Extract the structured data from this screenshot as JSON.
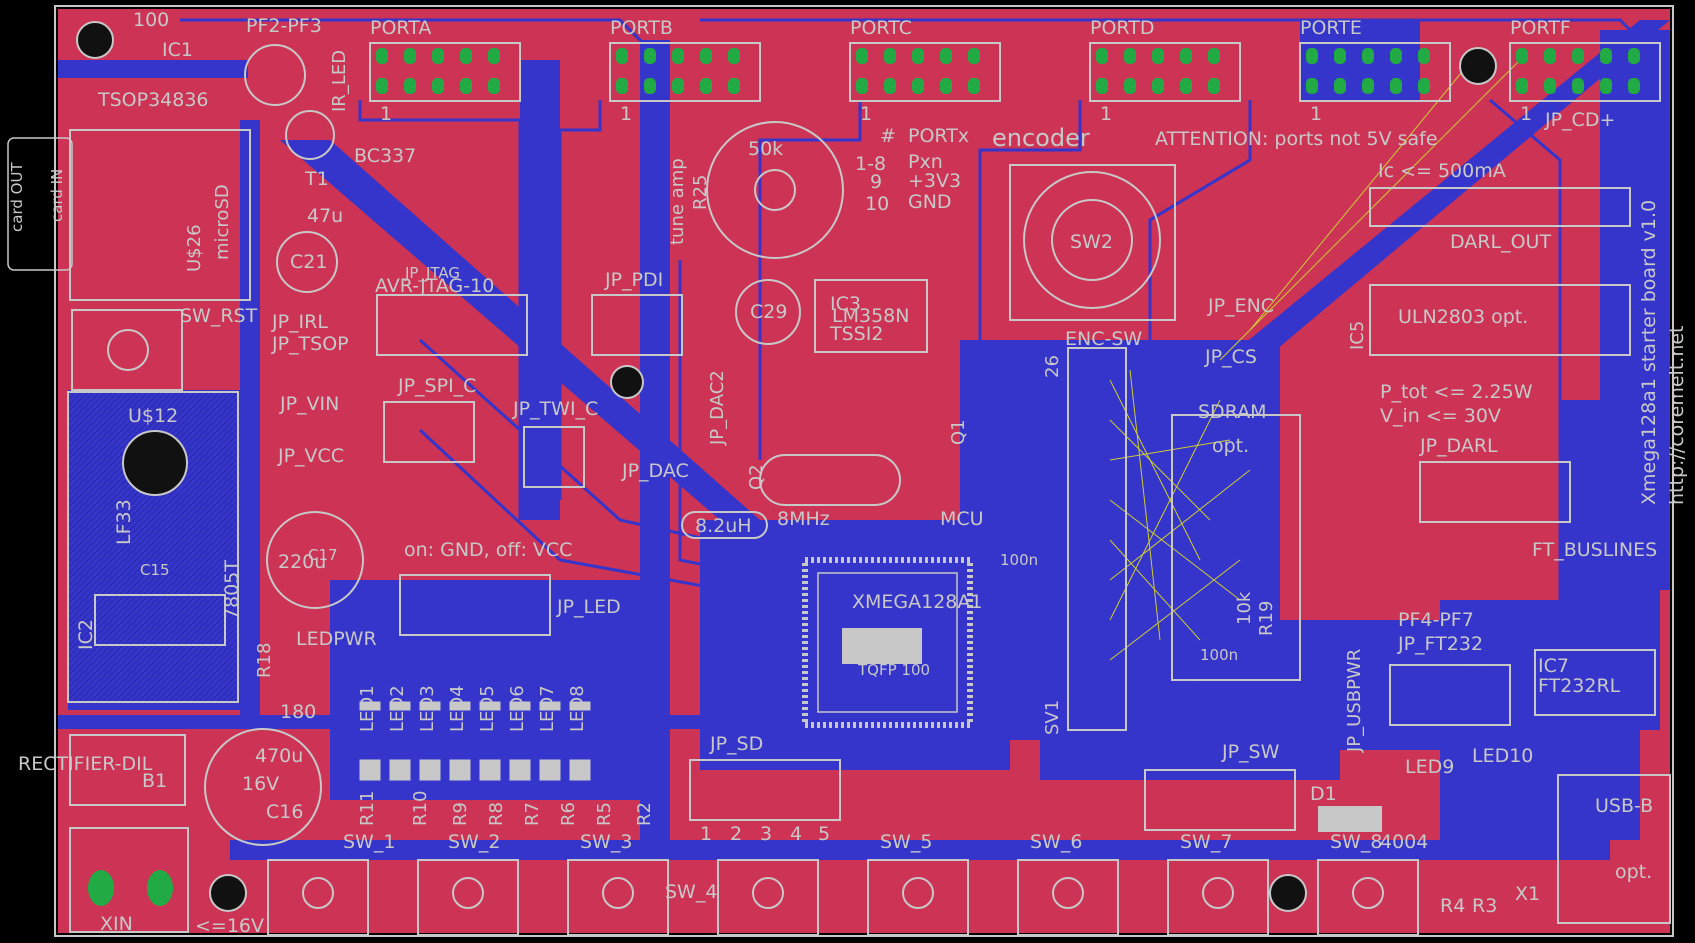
{
  "colors": {
    "background": "#000000",
    "top_copper": "#cc3355",
    "bottom_copper": "#3535cc",
    "pad": "#22aa44",
    "silk": "#c8c8c8",
    "via": "#2aa84a",
    "airwire": "#cccc33"
  },
  "labels": {
    "ic1": "IC1",
    "label_100": "100",
    "pf2_pf3": "PF2-PF3",
    "tsop": "TSOP34836",
    "ir_led": "IR_LED",
    "bc337": "BC337",
    "t1": "T1",
    "card_out": "card OUT",
    "card_in": "card IN",
    "u26": "U$26",
    "microsd": "microSD",
    "c47u": "47u",
    "c21": "C21",
    "sw_rst": "SW_RST",
    "jp_irl": "JP_IRL",
    "jp_tsop": "JP_TSOP",
    "jp_vin": "JP_VIN",
    "jp_vcc": "JP_VCC",
    "u12": "U$12",
    "lf33": "LF33",
    "v7805": "7805T",
    "ic2": "IC2",
    "c15": "C15",
    "c220u": "220u",
    "c17": "C17",
    "c47": "47",
    "r18": "R18",
    "ledpwr": "LEDPWR",
    "r180": "180",
    "rectifier": "RECTIFIER-DIL",
    "b1": "B1",
    "c470u": "470u",
    "c16v": "16V",
    "c16": "C16",
    "xin": "XIN",
    "lt16v": "<=16V",
    "porta": "PORTA",
    "portb": "PORTB",
    "portc": "PORTC",
    "portd": "PORTD",
    "porte": "PORTE",
    "portf": "PORTF",
    "one": "1",
    "avr_jtag": "AVR-JTAG-10",
    "jp_jtag": "JP_JTAG",
    "jp_pdi": "JP_PDI",
    "jp_spi_c": "JP_SPI_C",
    "jp_twi_c": "JP_TWI_C",
    "jp_dac": "JP_DAC",
    "jp_dac2": "JP_DAC2",
    "q2": "Q2",
    "mhz": "8MHz",
    "uh": "8.2uH",
    "mcu": "MCU",
    "xmega": "XMEGA128A1",
    "tqfp": "TQFP 100",
    "on_gnd": "on: GND, off: VCC",
    "jp_led": "JP_LED",
    "led1": "LED1",
    "led2": "LED2",
    "led3": "LED3",
    "led4": "LED4",
    "led5": "LED5",
    "led6": "LED6",
    "led7": "LED7",
    "led8": "LED8",
    "r11": "R11",
    "r10": "R10",
    "r9": "R9",
    "r8": "R8",
    "r7": "R7",
    "r6": "R6",
    "r5": "R5",
    "r2": "R2",
    "jp_sd": "JP_SD",
    "n1": "1",
    "n2": "2",
    "n3": "3",
    "n4": "4",
    "n5": "5",
    "tune_amp": "tune amp",
    "r25": "R25",
    "k50": "50k",
    "c29": "C29",
    "ic3": "IC3",
    "lm358": "LM358N",
    "tsl": "TSSI2",
    "port_hash": "#",
    "portx": "PORTx",
    "r18_8": "1-8",
    "pxn": "Pxn",
    "v9": "9",
    "p3v3": "+3V3",
    "n10": "10",
    "gnd": "GND",
    "encoder": "encoder",
    "attention": "ATTENTION: ports not 5V safe",
    "sw2": "SW2",
    "jp_enc": "JP_ENC",
    "enc_sw": "ENC-SW",
    "n26": "26",
    "sv1": "SV1",
    "jp_cs": "JP_CS",
    "sdram": "SDRAM",
    "opt": "opt.",
    "k10": "10k",
    "r19": "R19",
    "n100": "100n",
    "q1": "Q1",
    "c100n": "100n",
    "jp_cd": "JP_CD+",
    "ic_500": "Ic <= 500mA",
    "darl_out": "DARL_OUT",
    "ic5": "IC5",
    "uln": "ULN2803 opt.",
    "ptot": "P_tot <= 2.25W",
    "vin30": "V_in <= 30V",
    "jp_darl": "JP_DARL",
    "board_name": "Xmega128a1 starter board v1.0",
    "url": "http://coremelt.net",
    "ft_buslines": "FT_BUSLINES",
    "pf4_pf7": "PF4-PF7",
    "jp_ft232": "JP_FT232",
    "ic7": "IC7",
    "ft232rl": "FT232RL",
    "jp_usbpwr": "JP_USBPWR",
    "jp_sw": "JP_SW",
    "led9": "LED9",
    "led10": "LED10",
    "d1": "D1",
    "d4004": "4004",
    "usb_b": "USB-B",
    "opt2": "opt.",
    "x1": "X1",
    "r4": "R4",
    "r3": "R3",
    "sw_1": "SW_1",
    "sw_2": "SW_2",
    "sw_3": "SW_3",
    "sw_4": "SW_4",
    "sw_5": "SW_5",
    "sw_6": "SW_6",
    "sw_7": "SW_7",
    "sw_8": "SW_8"
  }
}
